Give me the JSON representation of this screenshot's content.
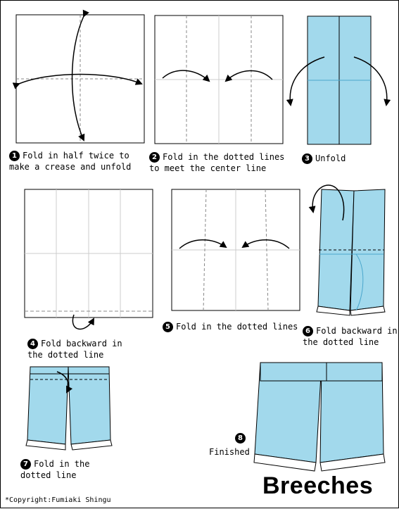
{
  "steps": [
    {
      "number": "1",
      "lines": "Fold in half twice to\nmake a crease and unfold"
    },
    {
      "number": "2",
      "lines": "Fold in the dotted lines\nto meet the center line"
    },
    {
      "number": "3",
      "lines": "Unfold"
    },
    {
      "number": "4",
      "lines": "Fold backward in\nthe dotted line"
    },
    {
      "number": "5",
      "lines": "Fold in the dotted lines"
    },
    {
      "number": "6",
      "lines": "Fold backward in\nthe dotted line"
    },
    {
      "number": "7",
      "lines": "Fold in the\ndotted line"
    },
    {
      "number": "8",
      "lines": "Finished"
    }
  ],
  "title": "Breeches",
  "copyright": "*Copyright:Fumiaki Shingu",
  "colors": {
    "paper_blue": "#a2d9ec",
    "line": "#000000",
    "crease": "#888888"
  }
}
